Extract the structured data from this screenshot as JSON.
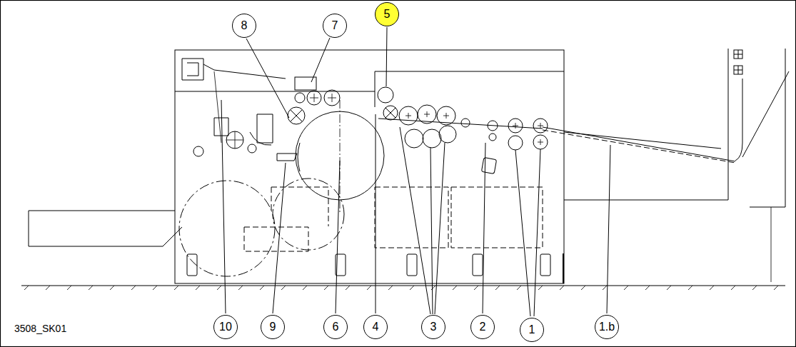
{
  "diagram": {
    "nodes": [
      {
        "text": [
          "8"
        ]
      },
      {
        "text": [
          "7"
        ]
      },
      {
        "text": [
          "5"
        ]
      },
      {
        "text": [
          "10"
        ]
      },
      {
        "text": [
          "9"
        ]
      },
      {
        "text": [
          "6"
        ]
      },
      {
        "text": [
          "4"
        ]
      },
      {
        "text": [
          "3"
        ]
      },
      {
        "text": [
          "2"
        ]
      },
      {
        "text": [
          "1"
        ]
      },
      {
        "text": [
          "1.b"
        ]
      }
    ],
    "labels": [
      "3508_SK01"
    ]
  }
}
